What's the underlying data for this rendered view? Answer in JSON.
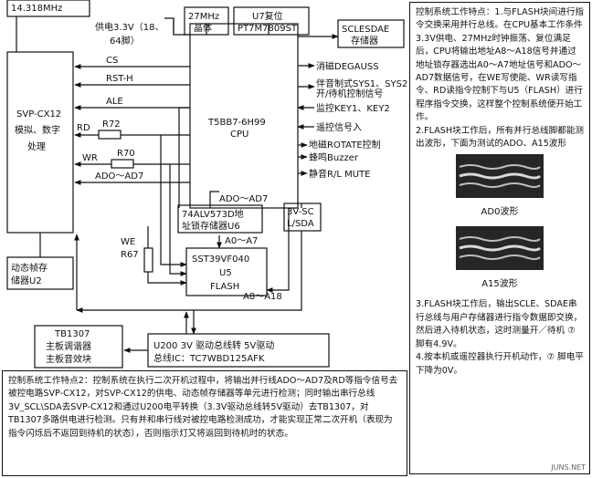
{
  "diagram": {
    "clock_label": "14.318MHz",
    "main_left_line1": "SVP-CX12",
    "main_left_line2": "模拟、数字",
    "main_left_line3": "处理",
    "cpu_line1": "T5BB7-6H99",
    "cpu_line2": "CPU",
    "power_label_line1": "供电3.3V（18、",
    "power_label_line2": "64脚）",
    "crystal_line1": "27MHz",
    "crystal_line2": "晶体",
    "reset_line1": "U7复位",
    "reset_line2": "PT7M7809ST",
    "eeprom_line1": "SCLESDAE",
    "eeprom_line2": "存储器",
    "signals": {
      "cs": "CS",
      "rst": "RST-H",
      "ale": "ALE",
      "rd": "RD",
      "r72": "R72",
      "wr": "WR",
      "r70": "R70",
      "ado": "ADO～AD7",
      "ado2": "ADO～AD7",
      "a0a7": "A0～A7",
      "a8a18": "A8～A18",
      "we": "WE",
      "r67": "R67"
    },
    "outputs": {
      "degauss": "消磁DEGAUSS",
      "sys_line1": "伴音制式SYS1、SYS2",
      "sys_line2": "开/待机控制信号",
      "key": "监控KEY1、KEY2",
      "ir": "遥控信号入",
      "rotate": "地磁ROTATE控制",
      "buzzer": "蜂鸣Buzzer",
      "mute": "静音R/L MUTE"
    },
    "latch_line1": "74ALV573D地",
    "latch_line2": "址锁存储器U6",
    "i2c_line1": "3V-SC",
    "i2c_line2": "L/SDA",
    "flash_line1": "SST39VF040",
    "flash_line2": "U5",
    "flash_line3": "FLASH",
    "framemem_line1": "动态帧存",
    "framemem_line2": "储器U2",
    "tb1307_line1": "TB1307",
    "tb1307_line2": "主板调谐器",
    "tb1307_line3": "主板音效块",
    "u200_line1": "U200 3V 驱动总线转 5V驱动",
    "u200_line2": "总线IC：TC7WBD125AFK"
  },
  "bottom_text": "控制系统工作特点2：控制系统在执行二次开机过程中，将输出并行线ADO～AD7及RD等指令信号去被控电路SVP-CX12，对SVP-CX12的供电、动态帧存储器等单元进行检测；同时输出串行总线3V_SCL\\SDA去SVP-CX12和通过U200电平转换（3.3V驱动总线转5V驱动）去TB1307，对TB1307多路供电进行检测。只有并和串行线对被控电路检测成功，才能实现正常二次开机（表现为指令闪烁后不返回到待机的状态），否则指示灯又将返回到待机时的状态。",
  "right_panel": {
    "para1": "控制系统工作特点：1.与FLASH块间进行指令交换采用并行总线。在CPU基本工作条件3.3V供电、27MHz时钟振荡、复位满足后，CPU将输出地址A8～A18信号并通过地址锁存器选出A0～A7地址信号和ADO～AD7数据信号，在WE写使能、WR读写指令、RD读指令控制下与U5（FLASH）进行程序指令交换，这样整个控制系统便开始工作。",
    "para2": "2.FLASH块工作后，所有并行总线脚都能测出波形，下面为测试的ADO、A15波形",
    "wave1_caption": "AD0波形",
    "wave2_caption": "A15波形",
    "para3": "3.FLASH块工作后，输出SCLE、SDAE串行总线与用户存储器进行指令数据即交换，然后进入待机状态，这时测量开／待机 ⑦脚有4.9V。",
    "para4": "4.按本机或遥控器执行开机动作，⑦ 脚电平下降为0V。"
  },
  "watermark": "JUNS.NET"
}
